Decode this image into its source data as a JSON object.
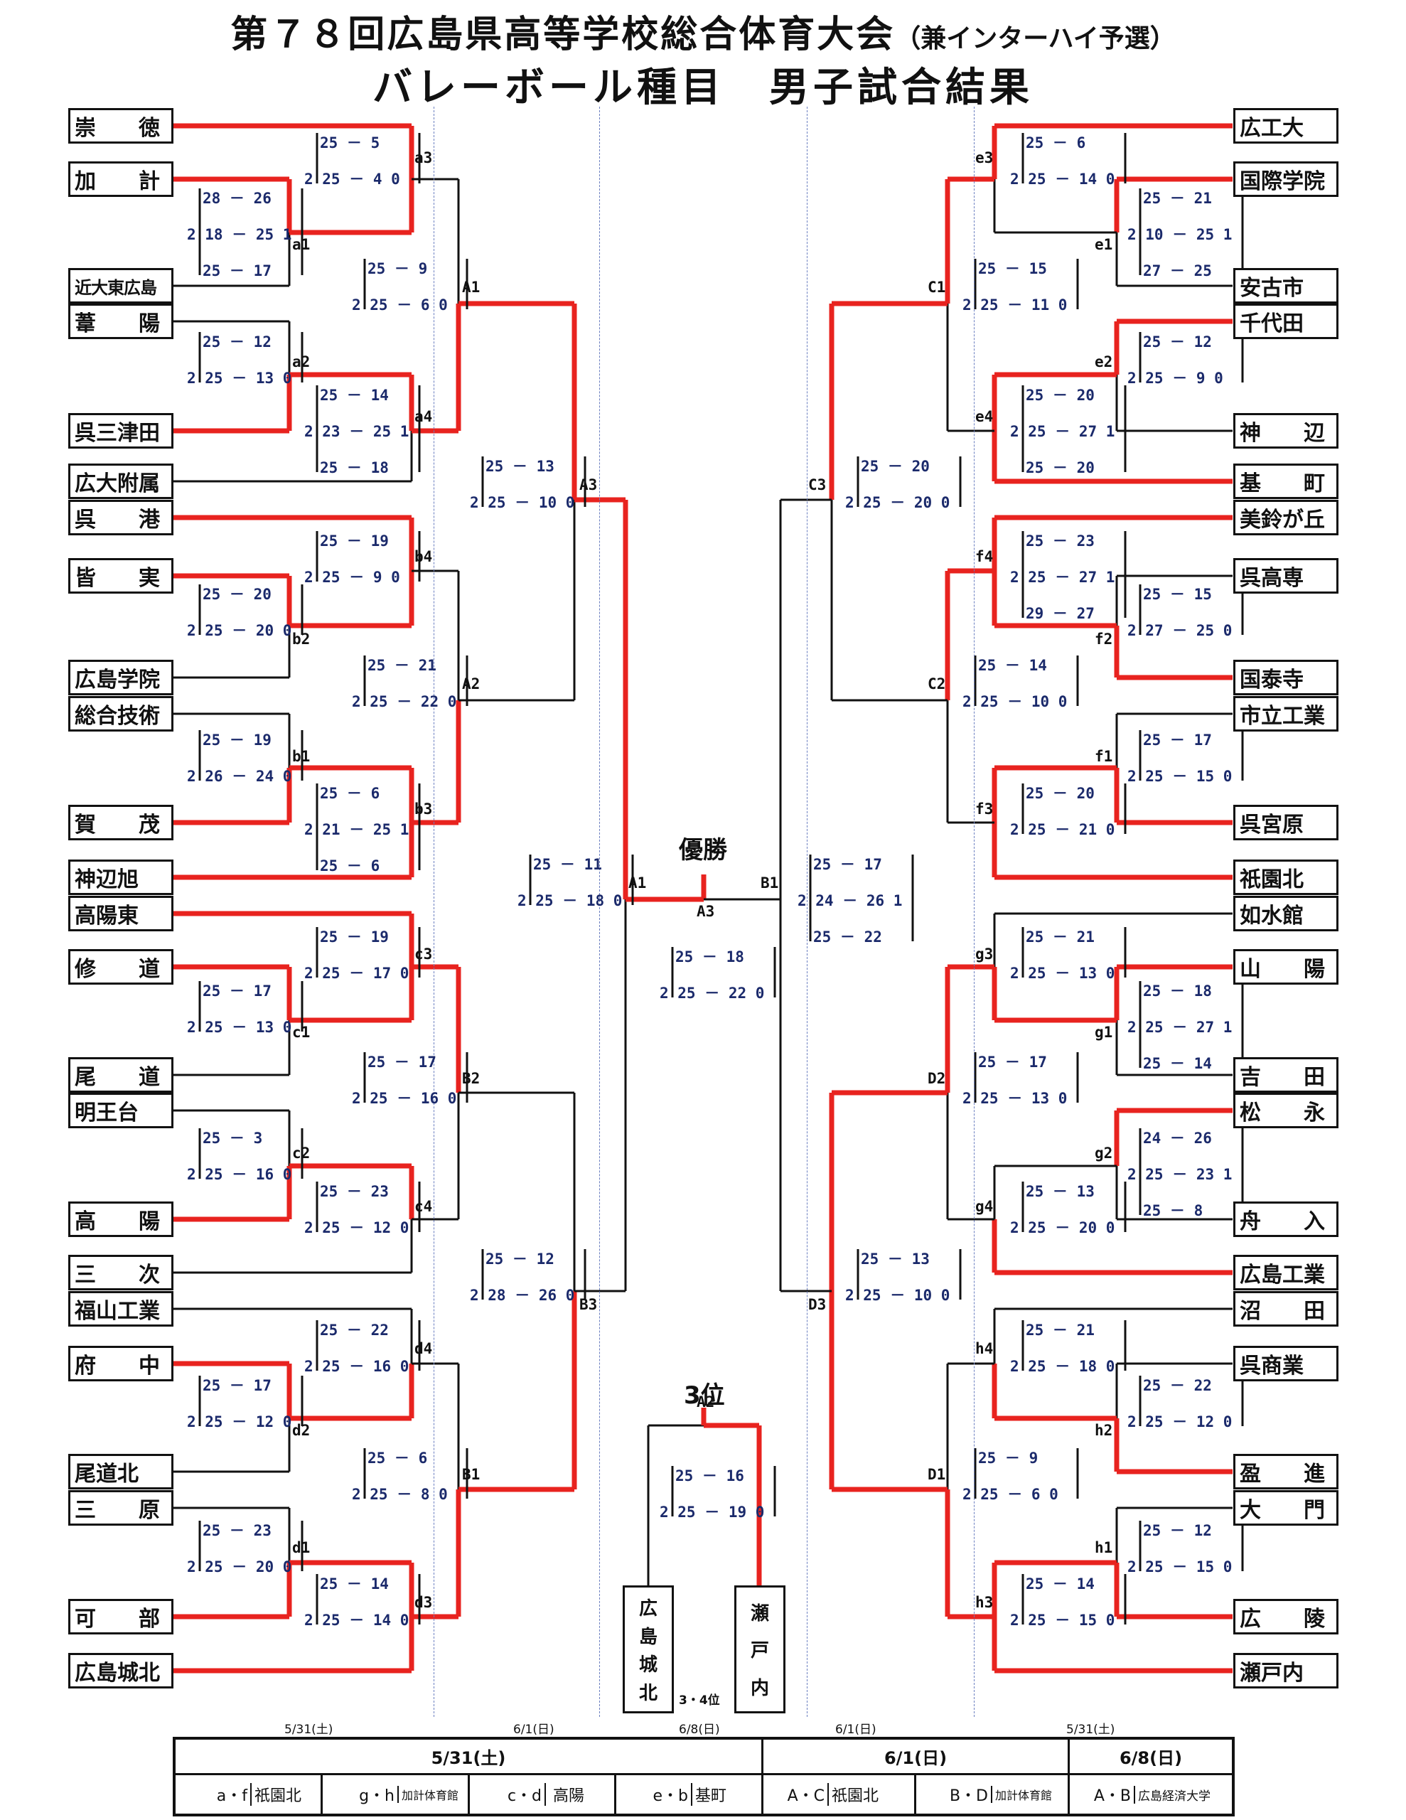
{
  "title": {
    "main": "第７８回広島県高等学校総合体育大会",
    "sub": "（兼インターハイ予選）",
    "line2": "バレーボール種目　男子試合結果"
  },
  "colors": {
    "win": "#e8231f",
    "line": "#111111",
    "score": "#1b2a6b"
  },
  "left_teams": [
    "崇　　徳",
    "加　　計",
    "近大東広島",
    "葦　　陽",
    "呉三津田",
    "広大附属",
    "呉　　港",
    "皆　　実",
    "広島学院",
    "総合技術",
    "賀　　茂",
    "神辺旭",
    "高陽東",
    "修　　道",
    "尾　　道",
    "明王台",
    "高　　陽",
    "三　　次",
    "福山工業",
    "府　　中",
    "尾道北",
    "三　　原",
    "可　　部",
    "広島城北"
  ],
  "right_teams": [
    "広工大",
    "国際学院",
    "安古市",
    "千代田",
    "神　　辺",
    "基　　町",
    "美鈴が丘",
    "呉高専",
    "国泰寺",
    "市立工業",
    "呉宮原",
    "祇園北",
    "如水館",
    "山　　陽",
    "吉　　田",
    "松　　永",
    "舟　　入",
    "広島工業",
    "沼　　田",
    "呉商業",
    "盈　　進",
    "大　　門",
    "広　　陵",
    "瀬戸内"
  ],
  "match_labels": {
    "a3": "a3",
    "a1": "a1",
    "a2": "a2",
    "a4": "a4",
    "b4": "b4",
    "b2": "b2",
    "b1": "b1",
    "b3": "b3",
    "c3": "c3",
    "c1": "c1",
    "c2": "c2",
    "c4": "c4",
    "d4": "d4",
    "d2": "d2",
    "d1": "d1",
    "d3": "d3",
    "A1": "A1",
    "A3": "A3",
    "A2": "A2",
    "B2": "B2",
    "B3": "B3",
    "B1": "B1",
    "e3": "e3",
    "e1": "e1",
    "e2": "e2",
    "e4": "e4",
    "f4": "f4",
    "f2": "f2",
    "f1": "f1",
    "f3": "f3",
    "g3": "g3",
    "g1": "g1",
    "g2": "g2",
    "g4": "g4",
    "h4": "h4",
    "h2": "h2",
    "h1": "h1",
    "h3": "h3",
    "C1": "C1",
    "C3": "C3",
    "C2": "C2",
    "D2": "D2",
    "D3": "D3",
    "D1": "D1",
    "cA1": "A1",
    "cB1": "B1",
    "cA3": "A3",
    "cA2": "A2"
  },
  "scores": {
    "a3": [
      "25 － 5",
      "2 25 － 4 0"
    ],
    "a1": [
      "28 － 26",
      "2 18 － 25 1",
      "25 － 17"
    ],
    "A1": [
      "25 － 9",
      "2 25 － 6 0"
    ],
    "a2": [
      "25 － 12",
      "2 25 － 13 0"
    ],
    "a4": [
      "25 － 14",
      "2 23 － 25 1",
      "25 － 18"
    ],
    "A3": [
      "25 － 13",
      "2 25 － 10 0"
    ],
    "b4": [
      "25 － 19",
      "2 25 － 9 0"
    ],
    "b2": [
      "25 － 20",
      "2 25 － 20 0"
    ],
    "A2": [
      "25 － 21",
      "2 25 － 22 0"
    ],
    "b1": [
      "25 － 19",
      "2 26 － 24 0"
    ],
    "b3": [
      "25 － 6",
      "2 21 － 25 1",
      "25 － 6"
    ],
    "final": [
      "25 － 11",
      "2 25 － 18 0"
    ],
    "c3": [
      "25 － 19",
      "2 25 － 17 0"
    ],
    "c1": [
      "25 － 17",
      "2 25 － 13 0"
    ],
    "B2": [
      "25 － 17",
      "2 25 － 16 0"
    ],
    "c2": [
      "25 － 3",
      "2 25 － 16 0"
    ],
    "c4": [
      "25 － 23",
      "2 25 － 12 0"
    ],
    "B3": [
      "25 － 12",
      "2 28 － 26 0"
    ],
    "d4": [
      "25 － 22",
      "2 25 － 16 0"
    ],
    "d2": [
      "25 － 17",
      "2 25 － 12 0"
    ],
    "B1": [
      "25 － 6",
      "2 25 － 8 0"
    ],
    "d1": [
      "25 － 23",
      "2 25 － 20 0"
    ],
    "d3": [
      "25 － 14",
      "2 25 － 14 0"
    ],
    "e3": [
      "25 － 6",
      "2 25 － 14 0"
    ],
    "e1": [
      "25 － 21",
      "2 10 － 25 1",
      "27 － 25"
    ],
    "C1": [
      "25 － 15",
      "2 25 － 11 0"
    ],
    "e2": [
      "25 － 12",
      "2 25 － 9 0"
    ],
    "e4": [
      "25 － 20",
      "2 25 － 27 1",
      "25 － 20"
    ],
    "C3": [
      "25 － 20",
      "2 25 － 20 0"
    ],
    "f4": [
      "25 － 23",
      "2 25 － 27 1",
      "29 － 27"
    ],
    "f2": [
      "25 － 15",
      "2 27 － 25 0"
    ],
    "C2": [
      "25 － 14",
      "2 25 － 10 0"
    ],
    "f1": [
      "25 － 17",
      "2 25 － 15 0"
    ],
    "f3": [
      "25 － 20",
      "2 25 － 21 0"
    ],
    "rfinal": [
      "25 － 17",
      "2 24 － 26 1",
      "25 － 22"
    ],
    "g3": [
      "25 － 21",
      "2 25 － 13 0"
    ],
    "g1": [
      "25 － 18",
      "2 25 － 27 1",
      "25 － 14"
    ],
    "D2": [
      "25 － 17",
      "2 25 － 13 0"
    ],
    "g2": [
      "24 － 26",
      "2 25 － 23 1",
      "25 － 8"
    ],
    "g4": [
      "25 － 13",
      "2 25 － 20 0"
    ],
    "D3": [
      "25 － 13",
      "2 25 － 10 0"
    ],
    "h4": [
      "25 － 21",
      "2 25 － 18 0"
    ],
    "h2": [
      "25 － 22",
      "2 25 － 12 0"
    ],
    "D1": [
      "25 － 9",
      "2 25 － 6 0"
    ],
    "h1": [
      "25 － 12",
      "2 25 － 15 0"
    ],
    "h3": [
      "25 － 14",
      "2 25 － 15 0"
    ],
    "champ": [
      "25 － 18",
      "2 25 － 22 0"
    ],
    "third": [
      "25 － 16",
      "2 25 － 19 0"
    ]
  },
  "center": {
    "champion_label": "優勝",
    "third_label": "3位",
    "third_sub": "3・4位",
    "third_left": "広島城北",
    "third_right": "瀬戸内"
  },
  "dates": {
    "d1": "5/31(土)",
    "d2": "6/1(日)",
    "d3": "6/8(日)",
    "d4": "6/1(日)",
    "d5": "5/31(土)"
  },
  "schedule": {
    "h1": "5/31(土)",
    "h2": "6/1(日)",
    "h3": "6/8(日)",
    "r1": "a・f",
    "v1": "祇園北",
    "r2": "g・h",
    "v2": "加計体育館",
    "r3": "c・d",
    "v3": "高陽",
    "r4": "e・b",
    "v4": "基町",
    "r5": "A・C",
    "v5": "祇園北",
    "r6": "B・D",
    "v6": "加計体育館",
    "r7": "A・B",
    "v7": "広島経済大学"
  }
}
